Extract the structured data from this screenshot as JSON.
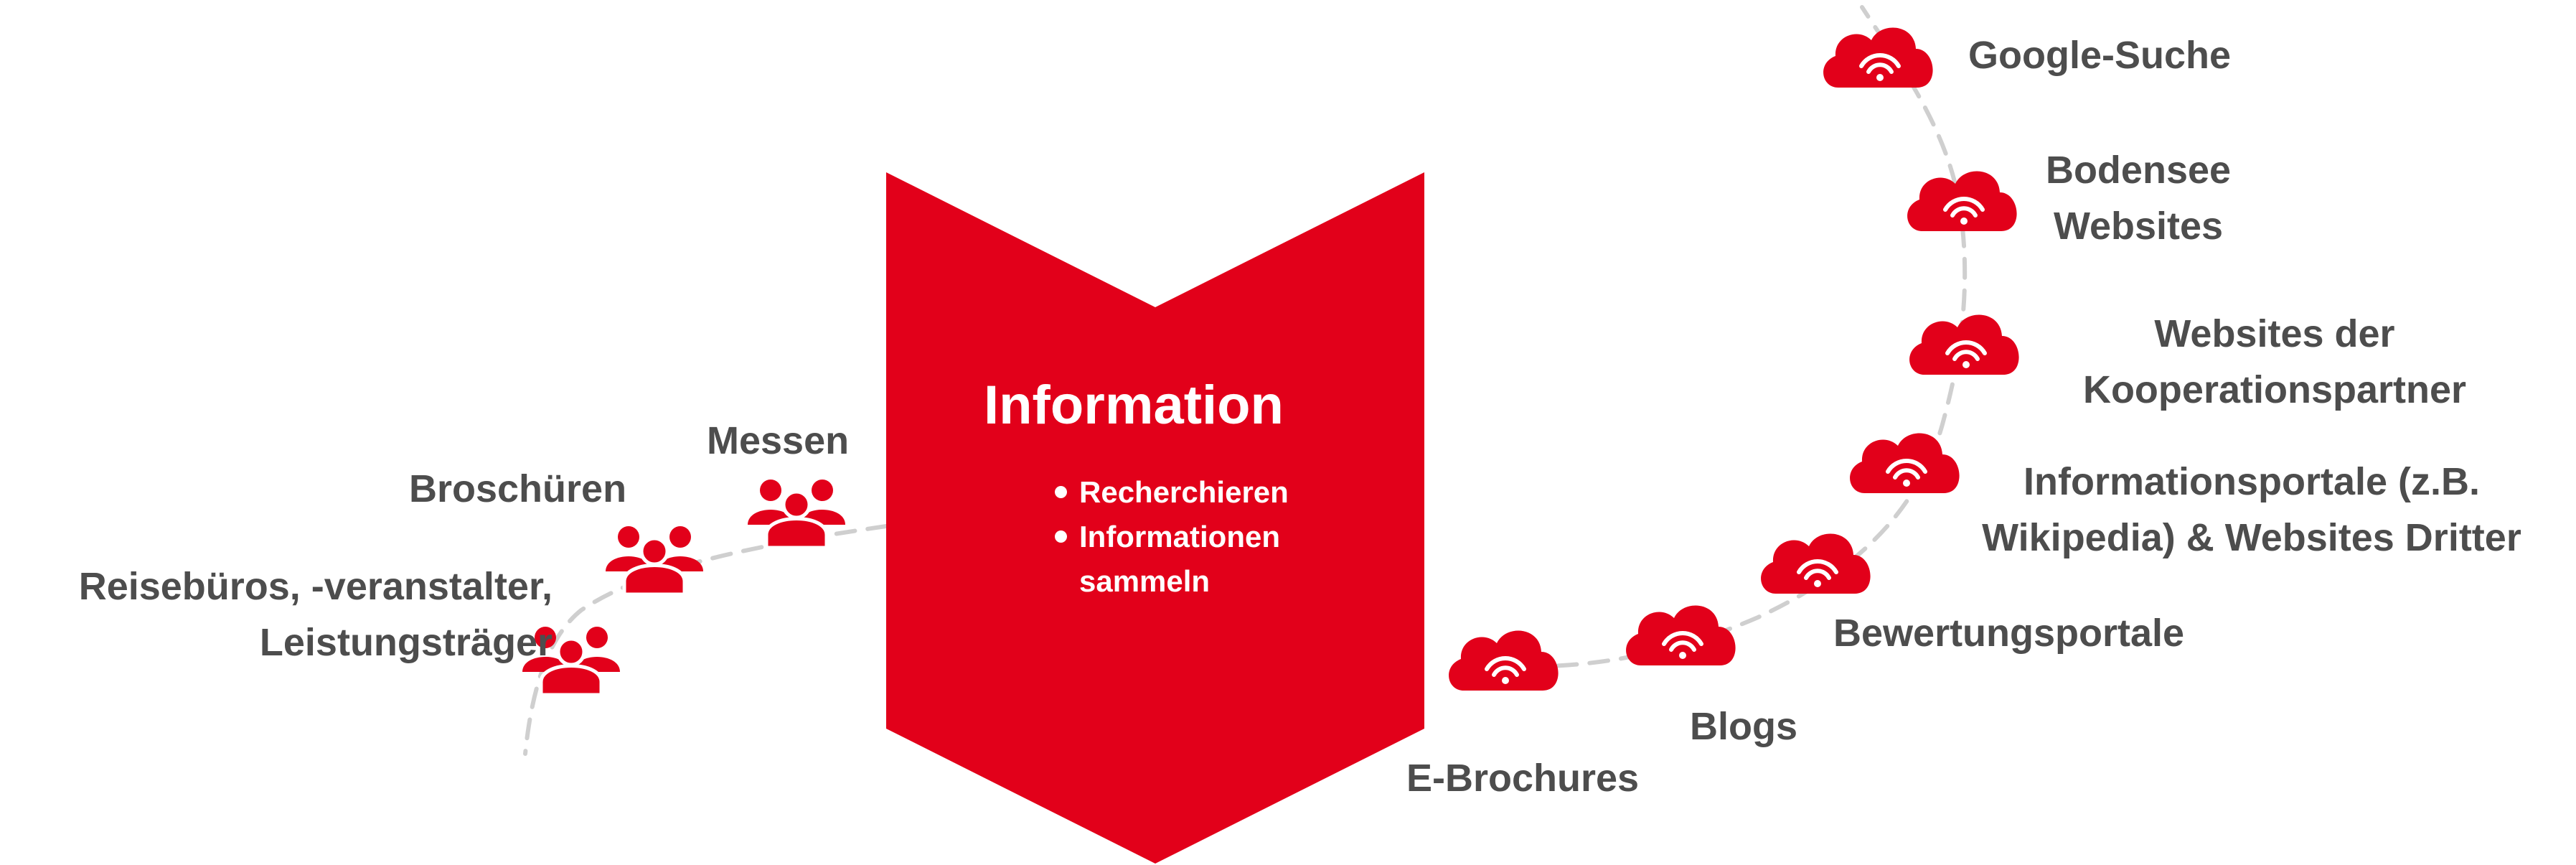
{
  "center": {
    "title": "Information",
    "items": [
      "Recherchieren",
      "Informationen"
    ],
    "item_continuation": "sammeln",
    "color": "#e2001a"
  },
  "offline_sources": [
    {
      "lines": [
        "Messen"
      ],
      "icon": "people-group-icon"
    },
    {
      "lines": [
        "Broschüren"
      ],
      "icon": "people-group-icon"
    },
    {
      "lines": [
        "Reisebüros, -veranstalter,",
        "Leistungsträger"
      ],
      "icon": "people-group-icon"
    }
  ],
  "online_sources": [
    {
      "lines": [
        "Google-Suche"
      ],
      "icon": "wifi-cloud-icon"
    },
    {
      "lines": [
        "Bodensee",
        "Websites"
      ],
      "icon": "wifi-cloud-icon"
    },
    {
      "lines": [
        "Websites der",
        "Kooperationspartner"
      ],
      "icon": "wifi-cloud-icon"
    },
    {
      "lines": [
        "Informationsportale (z.B.",
        "Wikipedia) & Websites Dritter"
      ],
      "icon": "wifi-cloud-icon"
    },
    {
      "lines": [
        "Bewertungsportale"
      ],
      "icon": "wifi-cloud-icon"
    },
    {
      "lines": [
        "Blogs"
      ],
      "icon": "wifi-cloud-icon"
    },
    {
      "lines": [
        "E-Brochures"
      ],
      "icon": "wifi-cloud-icon"
    }
  ],
  "colors": {
    "accent": "#e2001a",
    "text": "#4d4d4d",
    "path": "#cfcfcf"
  }
}
